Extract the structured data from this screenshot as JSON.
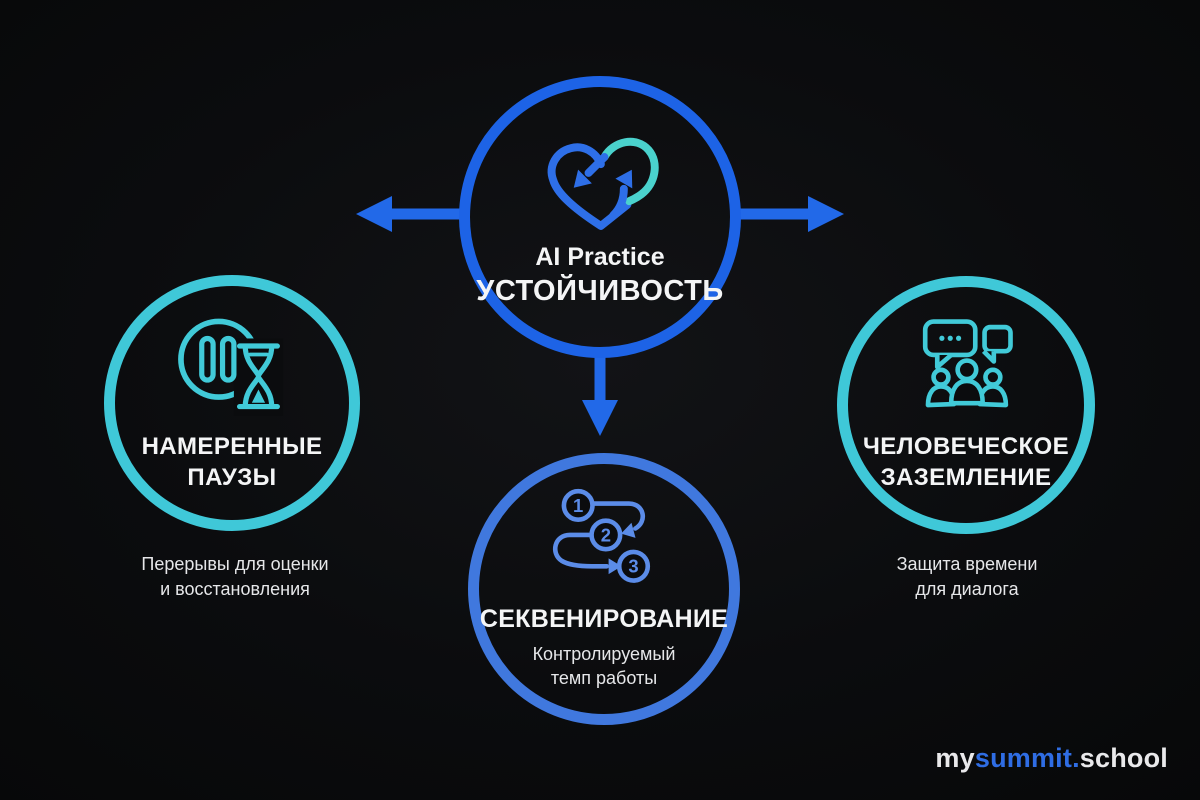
{
  "colors": {
    "background": "#0b0c0e",
    "center_ring_blue": "#1d63e6",
    "bottom_ring_blue": "#4078de",
    "teal_ring": "#3fc8d8",
    "connector_arrow_blue": "#2269e8",
    "sequence_icon_blue": "#5b8ce8",
    "heart_blue": "#2e6fe8",
    "heart_teal": "#4ad2cd",
    "text_white": "#f4f5f6",
    "caption_gray": "#e6e7e9",
    "logo_blue": "#2f6de4"
  },
  "center_node": {
    "icon": "heart-recycle-icon",
    "label_line1": "AI Practice",
    "label_line2": "УСТОЙЧИВОСТЬ"
  },
  "left_node": {
    "icon": "pause-hourglass-icon",
    "title_line1": "НАМЕРЕННЫЕ",
    "title_line2": "ПАУЗЫ",
    "caption_line1": "Перерывы для оценки",
    "caption_line2": "и восстановления"
  },
  "bottom_node": {
    "icon": "sequence-steps-icon",
    "steps": [
      "1",
      "2",
      "3"
    ],
    "title": "СЕКВЕНИРОВАНИЕ",
    "caption_line1": "Контролируемый",
    "caption_line2": "темп работы"
  },
  "right_node": {
    "icon": "chat-people-icon",
    "title_line1": "ЧЕЛОВЕЧЕСКОЕ",
    "title_line2": "ЗАЗЕМЛЕНИЕ",
    "caption_line1": "Защита времени",
    "caption_line2": "для диалога"
  },
  "watermark": {
    "part1": "my",
    "part2": "summit",
    "part3": ".",
    "part4": "school"
  }
}
